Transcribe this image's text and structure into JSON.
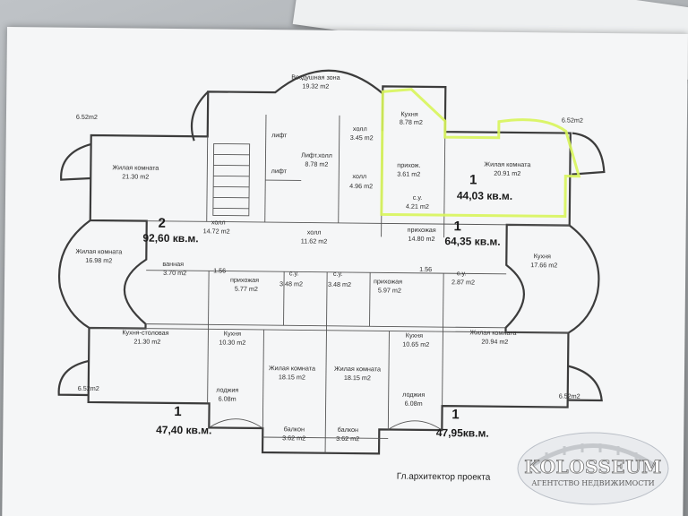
{
  "rooms": {
    "vozd_zona": {
      "name": "Воздушная зона",
      "area": "19.32 m2"
    },
    "kuhnya_top": {
      "name": "Кухня",
      "area": "8.78 m2"
    },
    "holl_top": {
      "name": "холл",
      "area": "3.45 m2"
    },
    "lift1": {
      "name": "лифт"
    },
    "lift2": {
      "name": "лифт"
    },
    "lift_holl": {
      "name": "Лифт.холл",
      "area": "8.78 m2"
    },
    "holl_mid": {
      "name": "холл",
      "area": "4.96 m2"
    },
    "prihoj_top": {
      "name": "прихож.",
      "area": "3.61 m2"
    },
    "su_top": {
      "name": "с.у.",
      "area": "4.21 m2"
    },
    "jilaya_nw": {
      "name": "Жилая комната",
      "area": "21.30 m2"
    },
    "jilaya_ne": {
      "name": "Жилая комната",
      "area": "20.91 m2"
    },
    "holl_left": {
      "name": "холл",
      "area": "14.72 m2"
    },
    "holl_center": {
      "name": "холл",
      "area": "11.62 m2"
    },
    "prihoj_right": {
      "name": "прихожая",
      "area": "14.80 m2"
    },
    "jilaya_w": {
      "name": "Жилая комната",
      "area": "16.98 m2"
    },
    "kuhnya_e": {
      "name": "Кухня",
      "area": "17.66 m2"
    },
    "vannaya": {
      "name": "ванная",
      "area": "3.70 m2"
    },
    "area_156a": {
      "area": "1.56"
    },
    "area_156b": {
      "area": "1.56"
    },
    "su_287": {
      "name": "с.у.",
      "area": "2.87 m2"
    },
    "prihoj_577": {
      "name": "прихожая",
      "area": "5.77 m2"
    },
    "su_348a": {
      "name": "с.у.",
      "area": "3.48 m2"
    },
    "su_348b": {
      "name": "с.у.",
      "area": "3.48 m2"
    },
    "prihoj_597": {
      "name": "прихожая",
      "area": "5.97 m2"
    },
    "kuh_stol": {
      "name": "Кухня-столовая",
      "area": "21.30 m2"
    },
    "kuhnya_1030": {
      "name": "Кухня",
      "area": "10.30 m2"
    },
    "jilaya_1815a": {
      "name": "Жилая комната",
      "area": "18.15 m2"
    },
    "jilaya_1815b": {
      "name": "Жилая комната",
      "area": "18.15 m2"
    },
    "kuhnya_1065": {
      "name": "Кухня",
      "area": "10.65 m2"
    },
    "jilaya_2094": {
      "name": "Жилая комната",
      "area": "20.94 m2"
    },
    "lodj_left": {
      "name": "лоджия",
      "area": "6.08m"
    },
    "lodj_right": {
      "name": "лоджия",
      "area": "6.08m"
    },
    "balkon_left": {
      "name": "балкон",
      "area": "3.62 m2"
    },
    "balkon_right": {
      "name": "балкон",
      "area": "3.62 m2"
    },
    "bay_nw": {
      "area": "6.52m2"
    },
    "bay_ne": {
      "area": "6.52m2"
    },
    "bay_sw": {
      "area": "6.52m2"
    },
    "bay_se": {
      "area": "6.52m2"
    }
  },
  "apartments": [
    {
      "rooms": "1",
      "area": "44,03 кв.м."
    },
    {
      "rooms": "2",
      "area": "92,60 кв.м."
    },
    {
      "rooms": "1",
      "area": "64,35 кв.м."
    },
    {
      "rooms": "1",
      "area": "47,40 кв.м."
    },
    {
      "rooms": "1",
      "area": "47,95кв.м."
    }
  ],
  "footer": {
    "architect": "Гл.архитектор проекта"
  },
  "logo": {
    "name": "KOLOSSEUM",
    "subtitle": "АГЕНТСТВО НЕДВИЖИМОСТИ"
  },
  "colors": {
    "highlight": "#d8f55a",
    "ink": "#2b2b2b",
    "paper": "#f5f6f7"
  }
}
